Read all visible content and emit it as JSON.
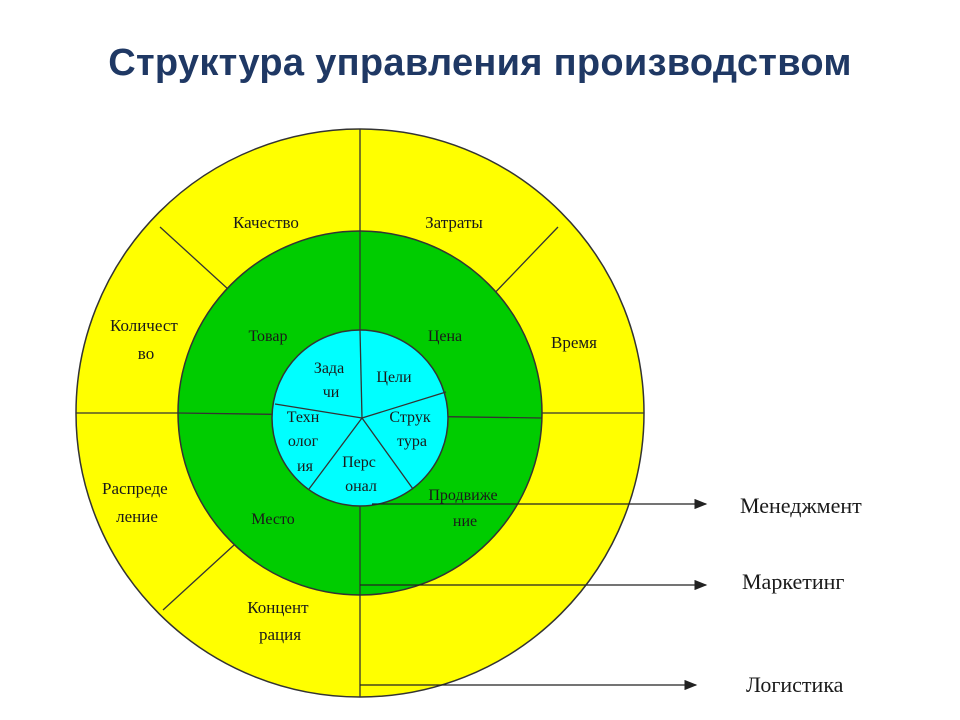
{
  "title": "Структура управления производством",
  "outer_ring": {
    "color": "#ffff00",
    "sectors": [
      {
        "lines": [
          "Качество"
        ]
      },
      {
        "lines": [
          "Затраты"
        ]
      },
      {
        "lines": [
          "Время"
        ]
      },
      {
        "lines": [
          "Количест",
          "во"
        ]
      },
      {
        "lines": [
          "Распреде",
          "ление"
        ]
      },
      {
        "lines": [
          "Концент",
          "рация"
        ]
      }
    ]
  },
  "middle_ring": {
    "color": "#00cc00",
    "sectors": [
      {
        "lines": [
          "Товар"
        ]
      },
      {
        "lines": [
          "Цена"
        ]
      },
      {
        "lines": [
          "Место"
        ]
      },
      {
        "lines": [
          "Продвиже",
          "ние"
        ]
      }
    ]
  },
  "inner_circle": {
    "color": "#00ffff",
    "sectors": [
      {
        "lines": [
          "Зада",
          "чи"
        ]
      },
      {
        "lines": [
          "Цели"
        ]
      },
      {
        "lines": [
          "Струк",
          "тура"
        ]
      },
      {
        "lines": [
          "Перс",
          "онал"
        ]
      },
      {
        "lines": [
          "Техн",
          "олог",
          "ия"
        ]
      }
    ]
  },
  "legend": {
    "management": "Менеджмент",
    "marketing": "Маркетинг",
    "logistics": "Логистика"
  }
}
